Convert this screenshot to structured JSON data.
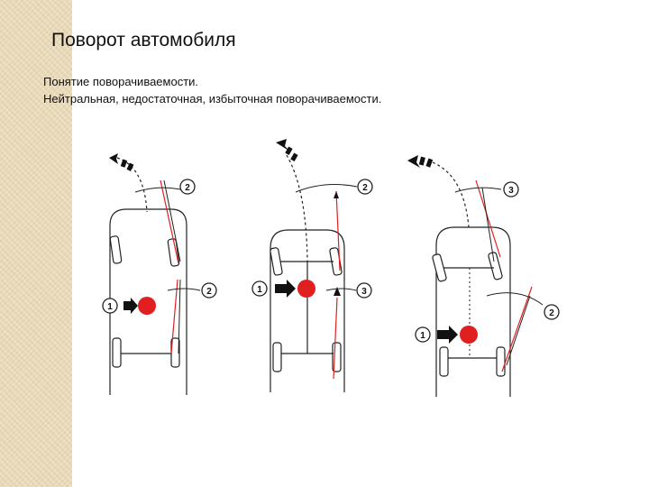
{
  "title": "Поворот автомобиля",
  "subtitle_line1": "Понятие поворачиваемости.",
  "subtitle_line2": "Нейтральная, недостаточная, избыточная поворачиваемости.",
  "colors": {
    "accent": "#e02020",
    "sidebar": "#e8d9b7",
    "line": "#222222"
  },
  "diagrams": [
    {
      "callouts": [
        "2",
        "2",
        "1"
      ]
    },
    {
      "callouts": [
        "2",
        "1",
        "3"
      ]
    },
    {
      "callouts": [
        "3",
        "2",
        "1"
      ]
    }
  ]
}
